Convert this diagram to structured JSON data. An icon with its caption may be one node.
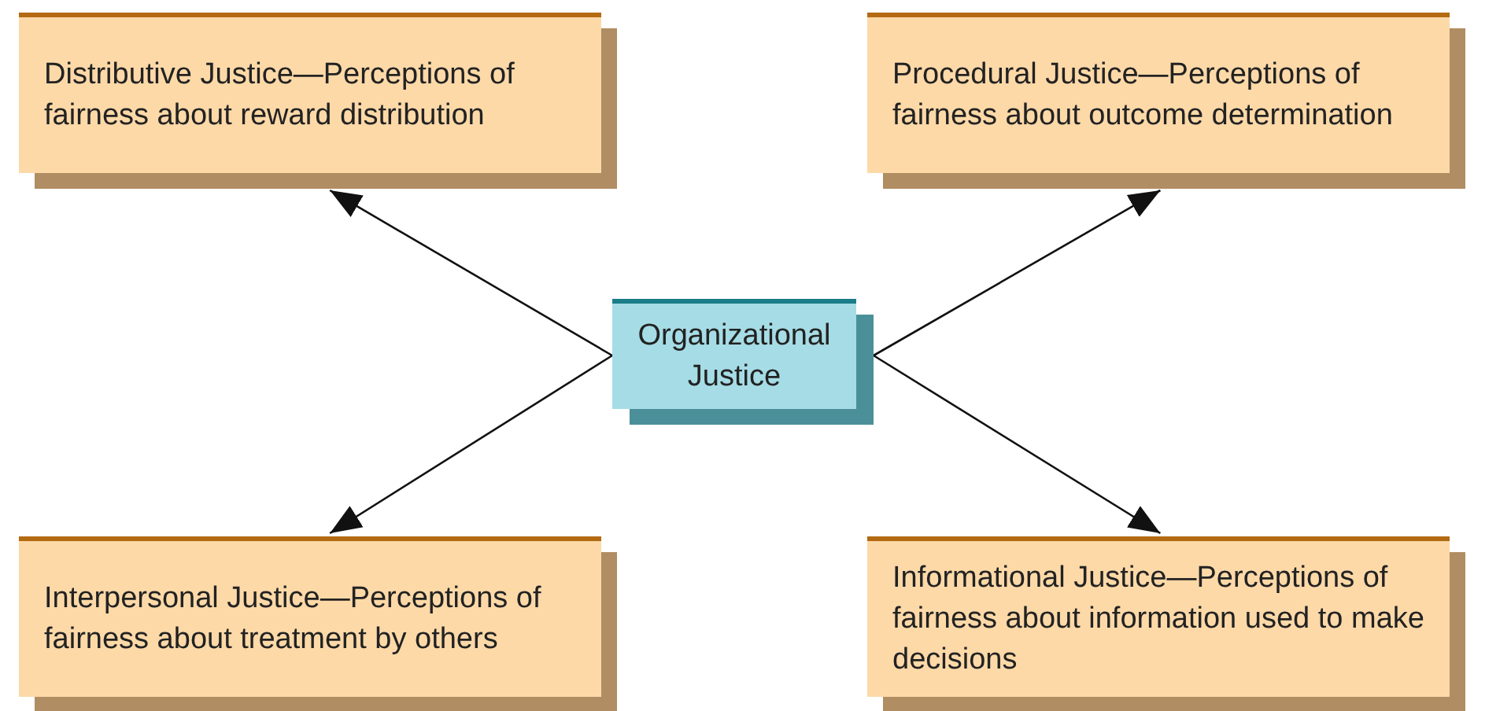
{
  "diagram": {
    "nodes": [
      {
        "text": [
          "Distributive Justice—Perceptions of fairness about reward distribution"
        ]
      },
      {
        "text": [
          "Procedural Justice—Perceptions of fairness about outcome determination"
        ]
      },
      {
        "text": [
          "Organizational Justice"
        ]
      },
      {
        "text": [
          "Interpersonal Justice—Perceptions of fairness about treatment by others"
        ]
      },
      {
        "text": [
          "Informational Justice—Perceptions of fairness about information used to make decisions"
        ]
      }
    ],
    "edges": [
      {
        "from": 2,
        "to": 0,
        "arrow": "to"
      },
      {
        "from": 2,
        "to": 1,
        "arrow": "to"
      },
      {
        "from": 2,
        "to": 3,
        "arrow": "to"
      },
      {
        "from": 2,
        "to": 4,
        "arrow": "to"
      }
    ]
  }
}
